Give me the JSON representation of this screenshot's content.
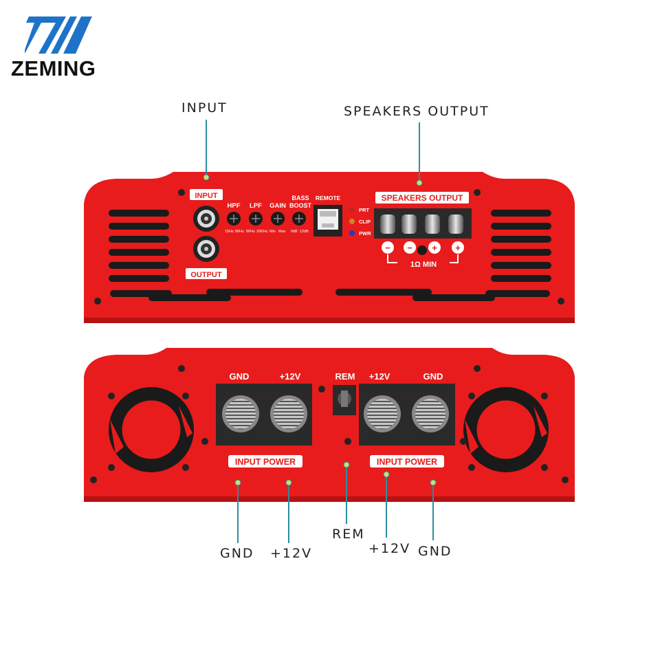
{
  "brand": {
    "name": "ZEMING",
    "logo_icon": "zm-logo-icon",
    "logo_color": "#1e73c8"
  },
  "colors": {
    "panel_red": "#e81c1c",
    "terminal_dark": "#2a2a2a",
    "callout_line": "#2a8ea0",
    "callout_dot": "#c8e06a"
  },
  "callouts": {
    "input": "INPUT",
    "speakers_output": "SPEAKERS OUTPUT",
    "gnd_left": "GND",
    "v12_left": "+12V",
    "rem": "REM",
    "v12_right": "+12V",
    "gnd_right": "GND"
  },
  "front_panel": {
    "input_label": "INPUT",
    "output_label": "OUTPUT",
    "knobs": [
      {
        "name": "HPF",
        "min": "15Hz",
        "max": "80Hz"
      },
      {
        "name": "LPF",
        "min": "80Hz",
        "max": "20KHz"
      },
      {
        "name": "GAIN",
        "min": "Min",
        "max": "Max"
      },
      {
        "name": "BASS BOOST",
        "min": "0dB",
        "max": "12dB"
      }
    ],
    "remote_label": "REMOTE",
    "leds": [
      {
        "label": "PRT",
        "color": "#c0281e"
      },
      {
        "label": "CLIP",
        "color": "#c88a1e"
      },
      {
        "label": "PWR",
        "color": "#1e3cc8"
      }
    ],
    "speakers_output_label": "SPEAKERS OUTPUT",
    "terminal_polarity": [
      "−",
      "−",
      "+",
      "+"
    ],
    "impedance_label": "1Ω  MIN"
  },
  "rear_panel": {
    "left_block": {
      "labels": [
        "GND",
        "+12V"
      ],
      "caption": "INPUT POWER"
    },
    "rem_label": "REM",
    "right_block": {
      "labels": [
        "+12V",
        "GND"
      ],
      "caption": "INPUT POWER"
    }
  }
}
